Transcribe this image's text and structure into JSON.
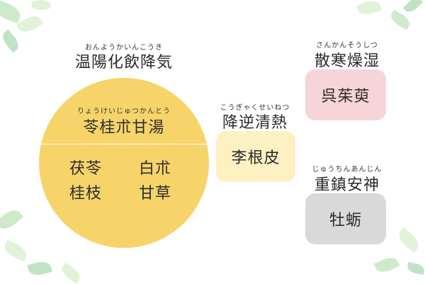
{
  "formula_group": {
    "reading": "おんようかいんこうき",
    "title": "温陽化飲降気",
    "main_formula": {
      "reading": "りょうけいじゅつかんとう",
      "name": "苓桂朮甘湯",
      "herbs": [
        "茯苓",
        "白朮",
        "桂枝",
        "甘草"
      ],
      "color": "#f7d46a"
    }
  },
  "groups": [
    {
      "reading": "こうぎゃくせいねつ",
      "title": "降逆清熱",
      "herb": "李根皮",
      "color": "#fdf0c2"
    },
    {
      "reading": "さんかんそうしつ",
      "title": "散寒燥湿",
      "herb": "呉茱萸",
      "color": "#f7d4d8"
    },
    {
      "reading": "じゅうちんあんじん",
      "title": "重鎮安神",
      "herb": "牡蛎",
      "color": "#d9d9d9"
    }
  ]
}
